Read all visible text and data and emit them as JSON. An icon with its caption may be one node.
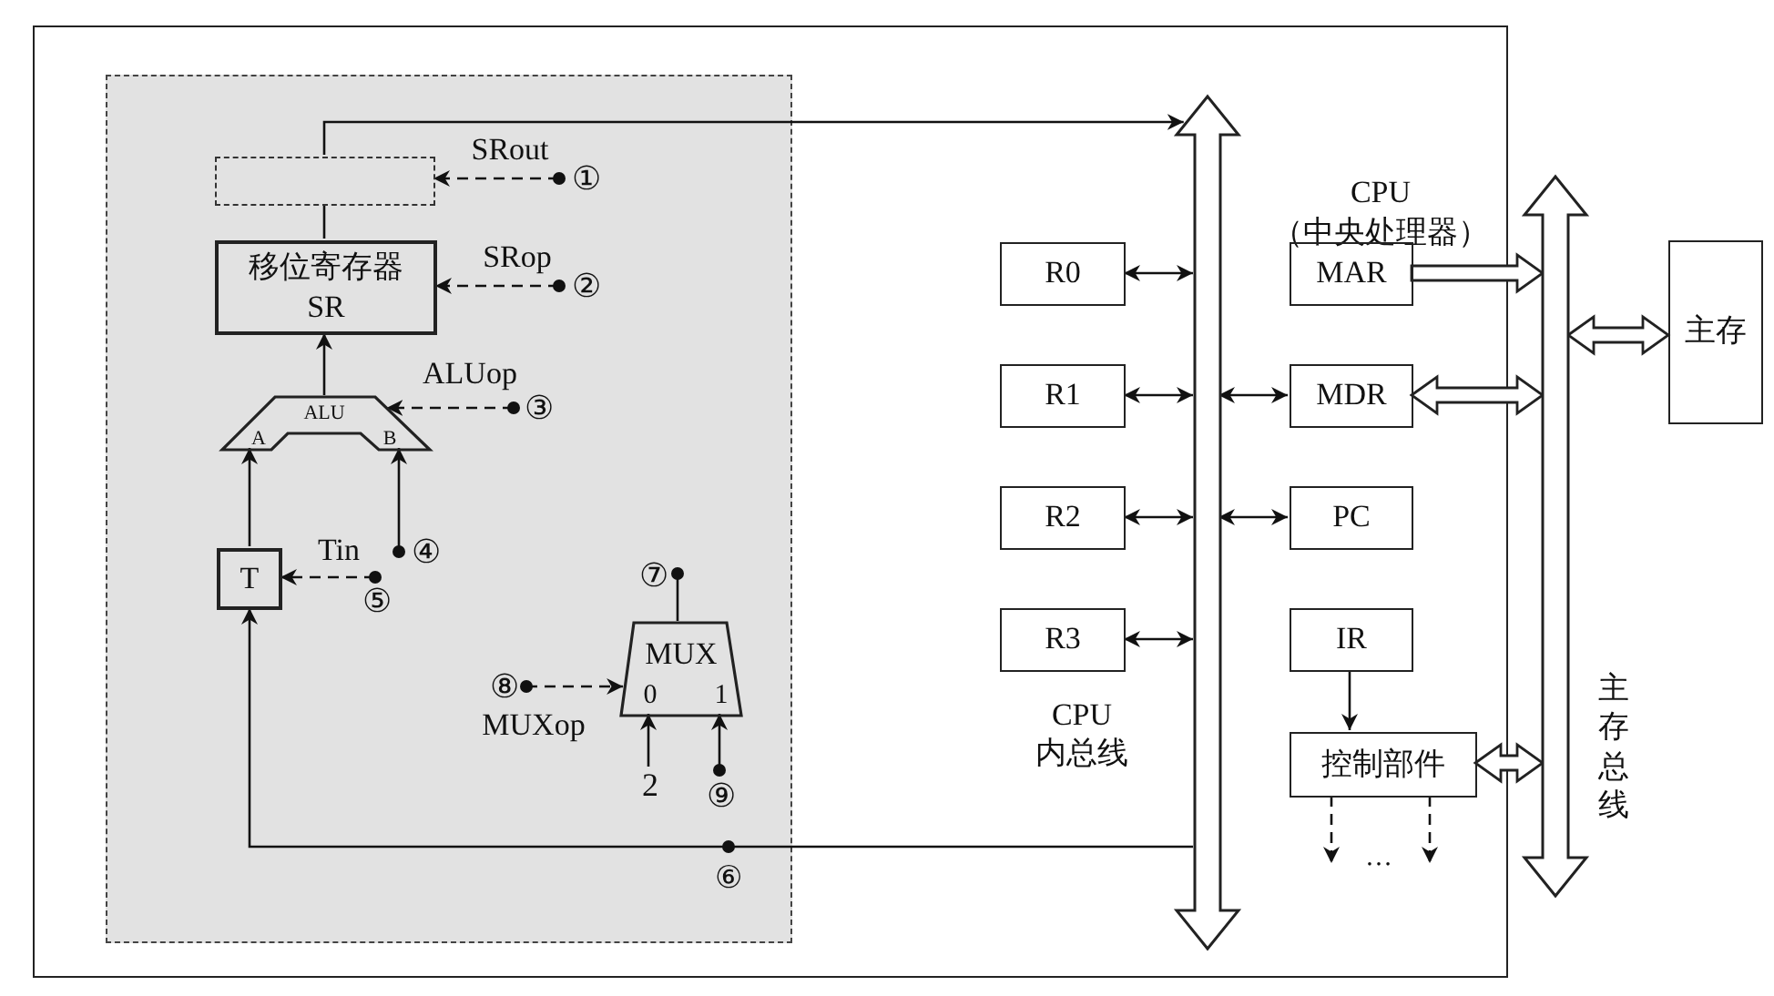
{
  "diagram": {
    "nodes": [
      {
        "text": [
          "CPU （中央处理器）"
        ]
      },
      {
        "text": [],
        "shape": "box",
        "in": 0
      },
      {
        "text": [
          "移位寄存器 SR"
        ],
        "in": 0
      },
      {
        "text": [
          "ALU",
          "A",
          "B"
        ],
        "in": 0
      },
      {
        "text": [
          "T"
        ],
        "in": 0
      },
      {
        "text": [
          "MUX",
          "0",
          "1"
        ],
        "in": 0
      },
      {
        "text": [],
        "shape": "bar",
        "in": 0,
        "beside": [
          "CPU 内总线"
        ]
      },
      {
        "text": [
          "R0"
        ],
        "in": 0
      },
      {
        "text": [
          "R1"
        ],
        "in": 0
      },
      {
        "text": [
          "R2"
        ],
        "in": 0
      },
      {
        "text": [
          "R3"
        ],
        "in": 0
      },
      {
        "text": [
          "MAR"
        ],
        "in": 0
      },
      {
        "text": [
          "MDR"
        ],
        "in": 0
      },
      {
        "text": [
          "PC"
        ],
        "in": 0
      },
      {
        "text": [
          "IR"
        ],
        "in": 0
      },
      {
        "text": [
          "控制部件"
        ],
        "in": 0
      },
      {
        "text": [],
        "shape": "bar",
        "beside": [
          "主存总线"
        ]
      },
      {
        "text": [
          "主存"
        ]
      },
      {
        "text": [
          "①"
        ],
        "in": 0
      },
      {
        "text": [
          "②"
        ],
        "in": 0
      },
      {
        "text": [
          "③"
        ],
        "in": 0
      },
      {
        "text": [
          "④"
        ],
        "in": 0
      },
      {
        "text": [
          "⑤"
        ],
        "in": 0
      },
      {
        "text": [
          "⑦"
        ],
        "in": 0
      },
      {
        "text": [
          "⑧"
        ],
        "in": 0
      },
      {
        "text": [
          "⑨"
        ],
        "in": 0
      },
      {
        "text": [
          "2"
        ],
        "in": 0
      }
    ],
    "edges": [
      {
        "from": 1,
        "to": 6,
        "arrow": "to"
      },
      {
        "from": 2,
        "to": 1,
        "arrow": "none"
      },
      {
        "from": 18,
        "to": 1,
        "arrow": "to",
        "label": "SRout",
        "style": "dashed"
      },
      {
        "from": 19,
        "to": 2,
        "arrow": "to",
        "label": "SRop",
        "style": "dashed"
      },
      {
        "from": 3,
        "to": 2,
        "arrow": "to"
      },
      {
        "from": 20,
        "to": 3,
        "arrow": "to",
        "label": "ALUop",
        "style": "dashed"
      },
      {
        "from": 4,
        "to": 3,
        "arrow": "to"
      },
      {
        "from": 21,
        "to": 3,
        "arrow": "to"
      },
      {
        "from": 22,
        "to": 4,
        "arrow": "to",
        "label": "Tin",
        "style": "dashed"
      },
      {
        "from": 6,
        "to": 4,
        "arrow": "to"
      },
      {
        "from": 5,
        "to": 23,
        "arrow": "other"
      },
      {
        "from": 24,
        "to": 5,
        "arrow": "to",
        "label": "MUXop",
        "style": "dashed"
      },
      {
        "from": 26,
        "to": 5,
        "arrow": "to"
      },
      {
        "from": 25,
        "to": 5,
        "arrow": "to"
      },
      {
        "from": 7,
        "to": 6,
        "arrow": "both"
      },
      {
        "from": 8,
        "to": 6,
        "arrow": "both"
      },
      {
        "from": 9,
        "to": 6,
        "arrow": "both"
      },
      {
        "from": 10,
        "to": 6,
        "arrow": "both"
      },
      {
        "from": 6,
        "to": 12,
        "arrow": "both"
      },
      {
        "from": 6,
        "to": 13,
        "arrow": "both"
      },
      {
        "from": 11,
        "to": 16,
        "arrow": "to",
        "style": "thick"
      },
      {
        "from": 12,
        "to": 16,
        "arrow": "both",
        "style": "thick"
      },
      {
        "from": 15,
        "to": 16,
        "arrow": "both",
        "style": "thick"
      },
      {
        "from": 16,
        "to": 17,
        "arrow": "both",
        "style": "thick"
      },
      {
        "from": 14,
        "to": 15,
        "arrow": "to"
      },
      {
        "from": 15,
        "to": null,
        "arrow": "to",
        "style": "dashed"
      },
      {
        "from": 15,
        "to": null,
        "arrow": "to",
        "style": "dashed"
      }
    ],
    "labels": [
      "⑥",
      "…"
    ]
  }
}
